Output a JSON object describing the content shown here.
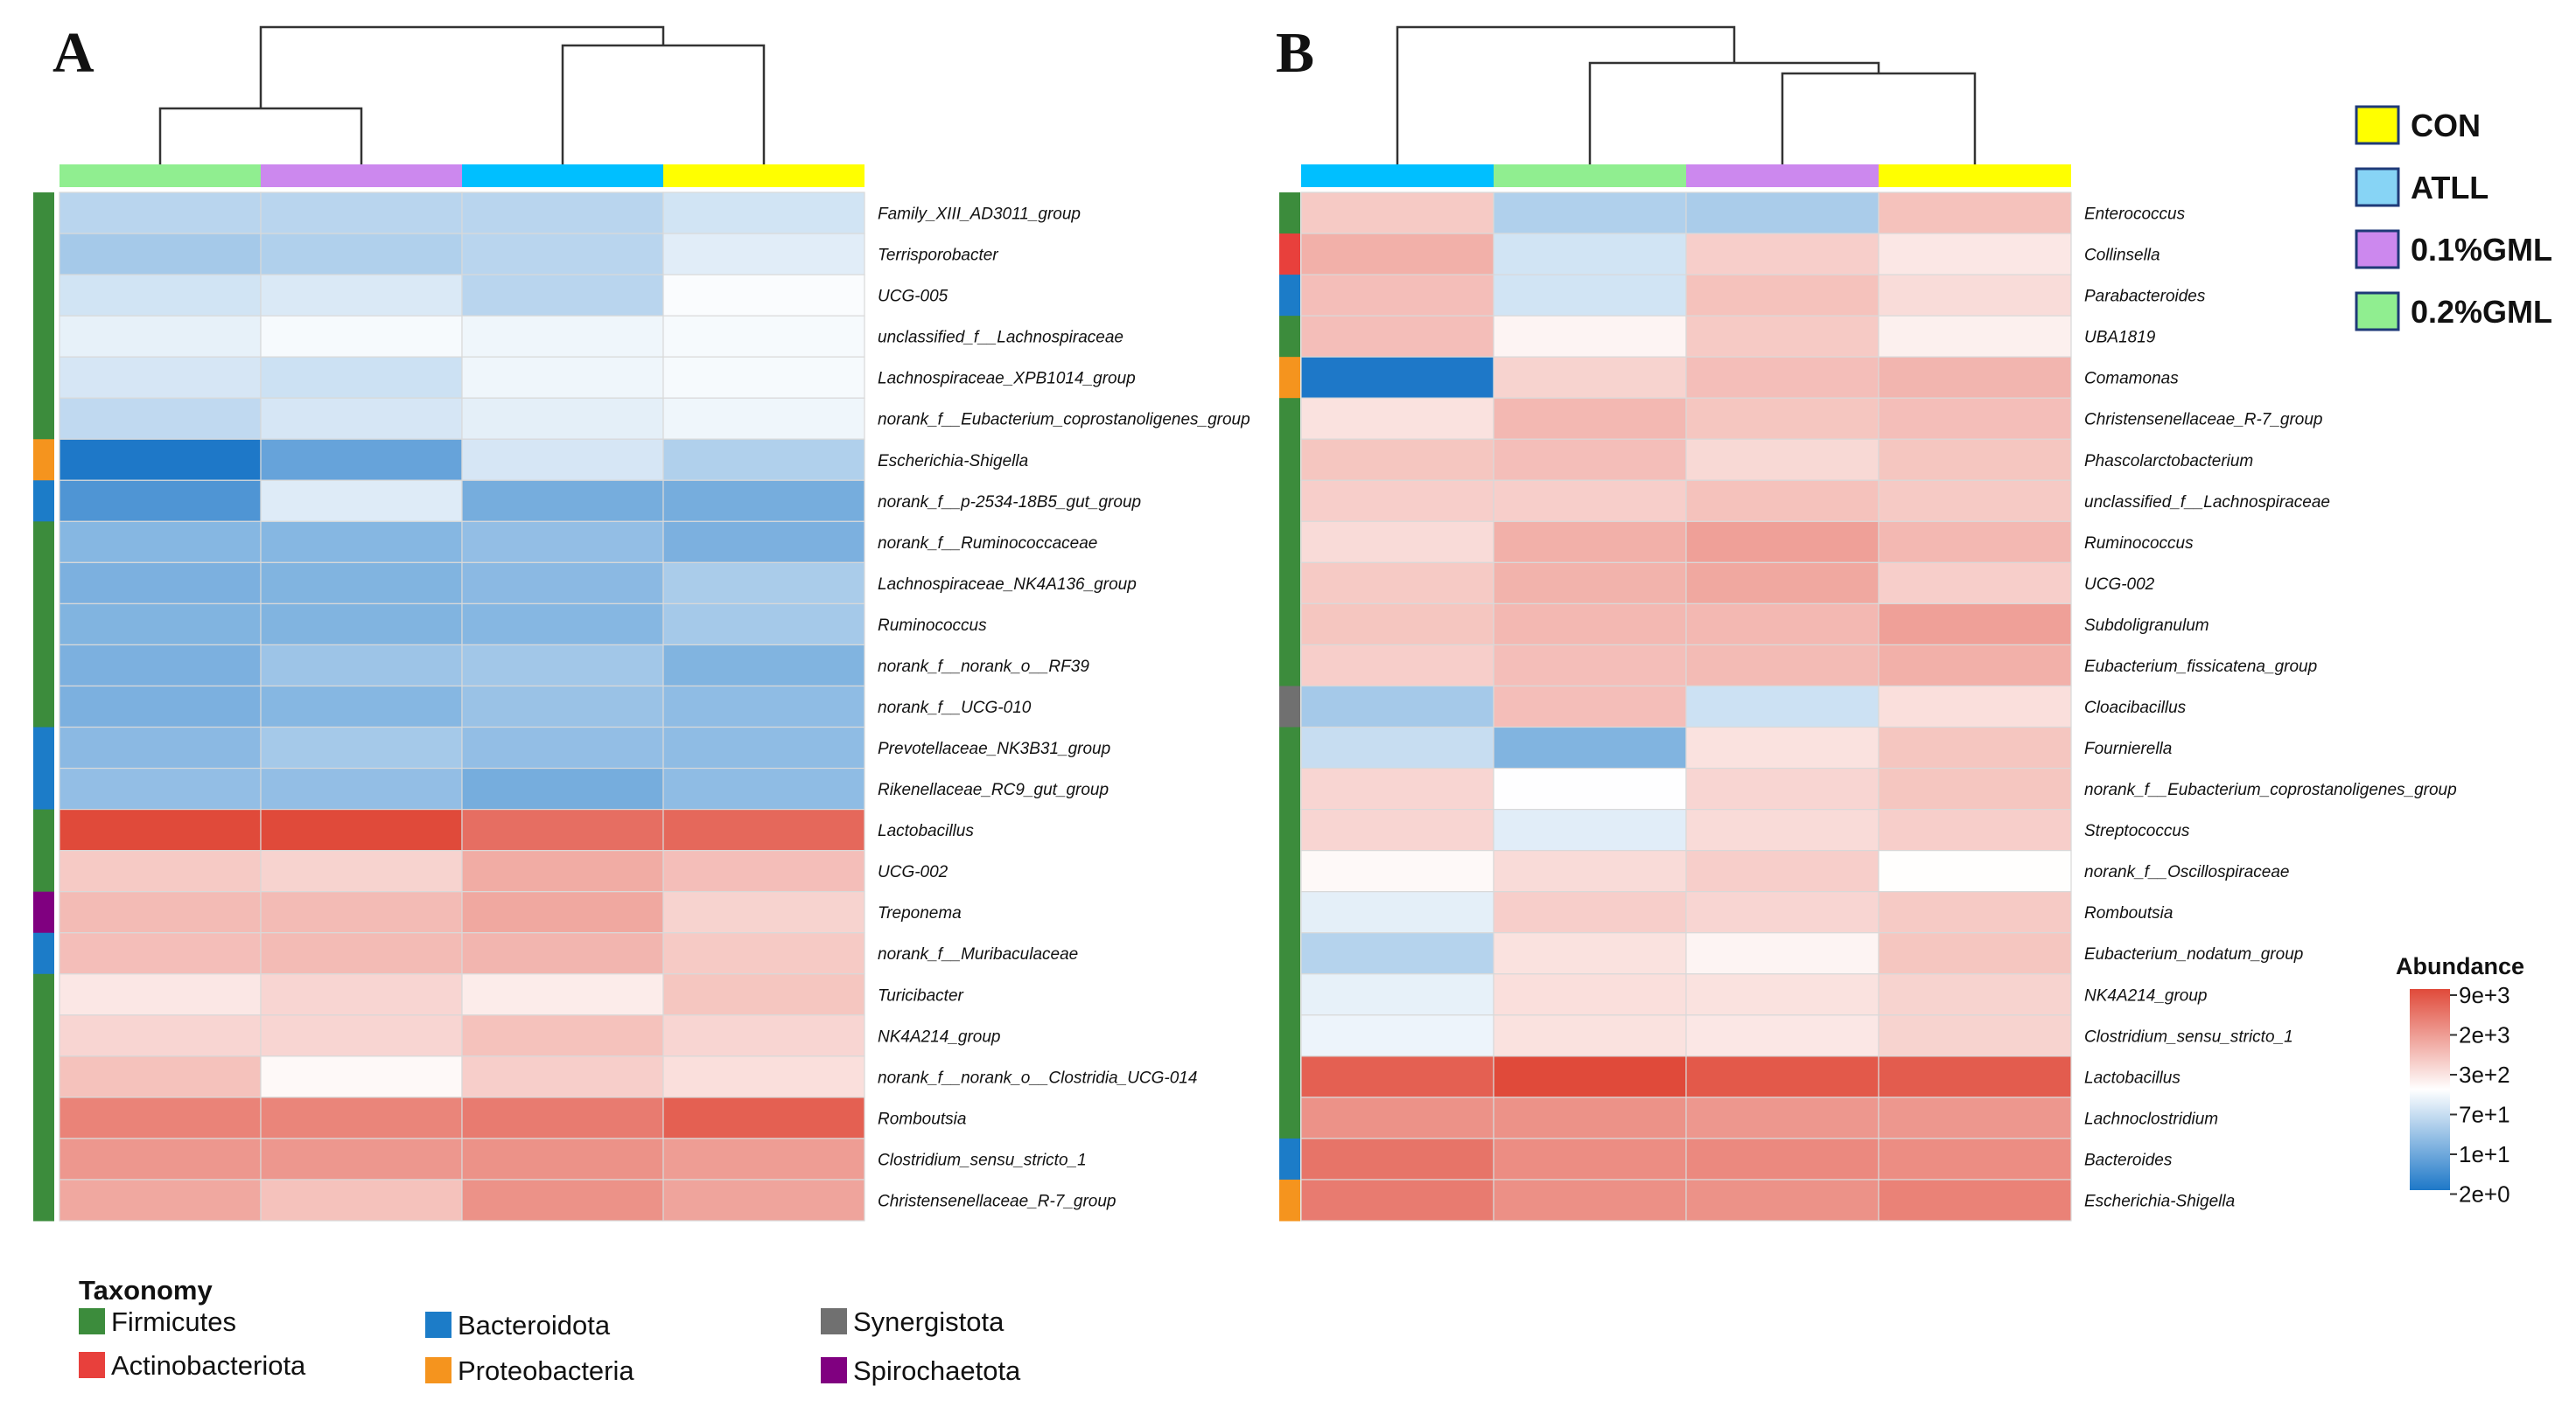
{
  "palette": {
    "low": "#1e78c8",
    "mid": "#ffffff",
    "high": "#e04a3a",
    "groups": {
      "CON": "#ffff00",
      "ATLL": "#00bfff",
      "0.1%GML": "#cc88ee",
      "0.2%GML": "#90ee90"
    },
    "phyla": {
      "Firmicutes": "#3c8c3c",
      "Actinobacteriota": "#e8403c",
      "Bacteroidota": "#1c7cc8",
      "Proteobacteria": "#f5941e",
      "Synergistota": "#707070",
      "Spirochaetota": "#800080"
    }
  },
  "legend": {
    "groups": [
      "CON",
      "ATLL",
      "0.1%GML",
      "0.2%GML"
    ],
    "taxonomy_title": "Taxonomy",
    "taxonomy": [
      "Firmicutes",
      "Actinobacteriota",
      "Bacteroidota",
      "Proteobacteria",
      "Synergistota",
      "Spirochaetota"
    ],
    "scale_title": "Abundance",
    "scale_ticks": [
      "9e+3",
      "2e+3",
      "3e+2",
      "7e+1",
      "1e+1",
      "2e+0"
    ]
  },
  "chart_data": [
    {
      "panel": "A",
      "type": "heatmap",
      "scale": "log",
      "value_range": [
        2,
        9000
      ],
      "columns": [
        "0.2%GML",
        "0.1%GML",
        "ATLL",
        "CON"
      ],
      "rows": [
        {
          "name": "Family_XIII_AD3011_group",
          "phylum": "Firmicutes",
          "values": [
            30,
            30,
            30,
            50
          ]
        },
        {
          "name": "Terrisporobacter",
          "phylum": "Firmicutes",
          "values": [
            20,
            25,
            30,
            70
          ]
        },
        {
          "name": "UCG-005",
          "phylum": "Firmicutes",
          "values": [
            50,
            60,
            30,
            120
          ]
        },
        {
          "name": "unclassified_f__Lachnospiraceae",
          "phylum": "Firmicutes",
          "values": [
            80,
            110,
            95,
            110
          ]
        },
        {
          "name": "Lachnospiraceae_XPB1014_group",
          "phylum": "Firmicutes",
          "values": [
            55,
            45,
            95,
            110
          ]
        },
        {
          "name": "norank_f__Eubacterium_coprostanoligenes_group",
          "phylum": "Firmicutes",
          "values": [
            35,
            55,
            75,
            95
          ]
        },
        {
          "name": "Escherichia-Shigella",
          "phylum": "Proteobacteria",
          "values": [
            2,
            6,
            55,
            25
          ]
        },
        {
          "name": "norank_f__p-2534-18B5_gut_group",
          "phylum": "Bacteroidota",
          "values": [
            4,
            65,
            8,
            8
          ]
        },
        {
          "name": "norank_f__Ruminococcaceae",
          "phylum": "Firmicutes",
          "values": [
            11,
            11,
            14,
            9
          ]
        },
        {
          "name": "Lachnospiraceae_NK4A136_group",
          "phylum": "Firmicutes",
          "values": [
            9,
            10,
            12,
            22
          ]
        },
        {
          "name": "Ruminococcus",
          "phylum": "Firmicutes",
          "values": [
            10,
            10,
            11,
            20
          ]
        },
        {
          "name": "norank_f__norank_o__RF39",
          "phylum": "Firmicutes",
          "values": [
            9,
            17,
            19,
            10
          ]
        },
        {
          "name": "norank_f__UCG-010",
          "phylum": "Firmicutes",
          "values": [
            9,
            11,
            16,
            13
          ]
        },
        {
          "name": "Prevotellaceae_NK3B31_group",
          "phylum": "Bacteroidota",
          "values": [
            12,
            20,
            14,
            13
          ]
        },
        {
          "name": "Rikenellaceae_RC9_gut_group",
          "phylum": "Bacteroidota",
          "values": [
            14,
            14,
            8,
            13
          ]
        },
        {
          "name": "Lactobacillus",
          "phylum": "Firmicutes",
          "values": [
            9000,
            9000,
            4000,
            4600
          ]
        },
        {
          "name": "UCG-002",
          "phylum": "Firmicutes",
          "values": [
            500,
            400,
            1000,
            650
          ]
        },
        {
          "name": "Treponema",
          "phylum": "Spirochaetota",
          "values": [
            700,
            700,
            1100,
            400
          ]
        },
        {
          "name": "norank_f__Muribaculaceae",
          "phylum": "Bacteroidota",
          "values": [
            650,
            700,
            800,
            500
          ]
        },
        {
          "name": "Turicibacter",
          "phylum": "Firmicutes",
          "values": [
            250,
            380,
            220,
            550
          ]
        },
        {
          "name": "NK4A214_group",
          "phylum": "Firmicutes",
          "values": [
            380,
            380,
            600,
            380
          ]
        },
        {
          "name": "norank_f__norank_o__Clostridia_UCG-014",
          "phylum": "Firmicutes",
          "values": [
            600,
            160,
            450,
            300
          ]
        },
        {
          "name": "Romboutsia",
          "phylum": "Firmicutes",
          "values": [
            2500,
            2400,
            3000,
            5500
          ]
        },
        {
          "name": "Clostridium_sensu_stricto_1",
          "phylum": "Firmicutes",
          "values": [
            1600,
            1600,
            1800,
            1400
          ]
        },
        {
          "name": "Christensenellaceae_R-7_group",
          "phylum": "Firmicutes",
          "values": [
            1100,
            600,
            1800,
            1200
          ]
        }
      ]
    },
    {
      "panel": "B",
      "type": "heatmap",
      "scale": "log",
      "value_range": [
        2,
        9000
      ],
      "columns": [
        "ATLL",
        "0.2%GML",
        "0.1%GML",
        "CON"
      ],
      "rows": [
        {
          "name": "Enterococcus",
          "phylum": "Firmicutes",
          "values": [
            500,
            25,
            22,
            600
          ]
        },
        {
          "name": "Collinsella",
          "phylum": "Actinobacteriota",
          "values": [
            900,
            50,
            450,
            250
          ]
        },
        {
          "name": "Parabacteroides",
          "phylum": "Bacteroidota",
          "values": [
            650,
            50,
            600,
            320
          ]
        },
        {
          "name": "UBA1819",
          "phylum": "Firmicutes",
          "values": [
            650,
            180,
            500,
            200
          ]
        },
        {
          "name": "Comamonas",
          "phylum": "Proteobacteria",
          "values": [
            2,
            400,
            650,
            800
          ]
        },
        {
          "name": "Christensenellaceae_R-7_group",
          "phylum": "Firmicutes",
          "values": [
            280,
            750,
            550,
            650
          ]
        },
        {
          "name": "Phascolarctobacterium",
          "phylum": "Firmicutes",
          "values": [
            550,
            650,
            350,
            550
          ]
        },
        {
          "name": "unclassified_f__Lachnospiraceae",
          "phylum": "Firmicutes",
          "values": [
            450,
            450,
            600,
            500
          ]
        },
        {
          "name": "Ruminococcus",
          "phylum": "Firmicutes",
          "values": [
            330,
            900,
            1300,
            750
          ]
        },
        {
          "name": "UCG-002",
          "phylum": "Firmicutes",
          "values": [
            500,
            850,
            1100,
            450
          ]
        },
        {
          "name": "Subdoligranulum",
          "phylum": "Firmicutes",
          "values": [
            550,
            750,
            750,
            1300
          ]
        },
        {
          "name": "Eubacterium_fissicatena_group",
          "phylum": "Firmicutes",
          "values": [
            450,
            650,
            700,
            900
          ]
        },
        {
          "name": "Cloacibacillus",
          "phylum": "Synergistota",
          "values": [
            20,
            650,
            45,
            300
          ]
        },
        {
          "name": "Fournierella",
          "phylum": "Firmicutes",
          "values": [
            40,
            10,
            280,
            550
          ]
        },
        {
          "name": "norank_f__Eubacterium_coprostanoligenes_group",
          "phylum": "Firmicutes",
          "values": [
            380,
            130,
            380,
            550
          ]
        },
        {
          "name": "Streptococcus",
          "phylum": "Firmicutes",
          "values": [
            380,
            70,
            330,
            450
          ]
        },
        {
          "name": "norank_f__Oscillospiraceae",
          "phylum": "Firmicutes",
          "values": [
            160,
            330,
            450,
            140
          ]
        },
        {
          "name": "Romboutsia",
          "phylum": "Firmicutes",
          "values": [
            75,
            450,
            380,
            500
          ]
        },
        {
          "name": "Eubacterium_nodatum_group",
          "phylum": "Firmicutes",
          "values": [
            28,
            280,
            180,
            550
          ]
        },
        {
          "name": "NK4A214_group",
          "phylum": "Firmicutes",
          "values": [
            80,
            300,
            280,
            400
          ]
        },
        {
          "name": "Clostridium_sensu_stricto_1",
          "phylum": "Firmicutes",
          "values": [
            90,
            280,
            250,
            400
          ]
        },
        {
          "name": "Lactobacillus",
          "phylum": "Firmicutes",
          "values": [
            5500,
            9000,
            6500,
            6000
          ]
        },
        {
          "name": "Lachnoclostridium",
          "phylum": "Firmicutes",
          "values": [
            1800,
            1800,
            1600,
            1600
          ]
        },
        {
          "name": "Bacteroides",
          "phylum": "Bacteroidota",
          "values": [
            3500,
            2000,
            2200,
            2000
          ]
        },
        {
          "name": "Escherichia-Shigella",
          "phylum": "Proteobacteria",
          "values": [
            3000,
            1900,
            1800,
            2600
          ]
        }
      ]
    }
  ]
}
